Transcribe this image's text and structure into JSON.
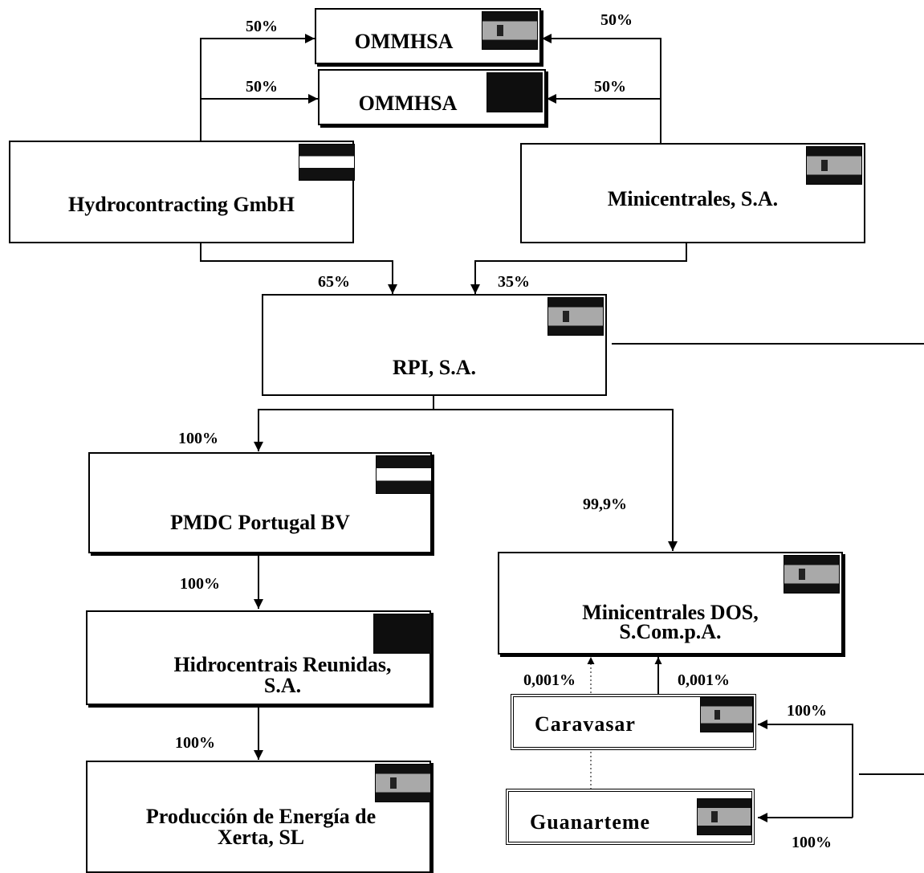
{
  "entities": {
    "ommhsa_1": "OMMHSA",
    "ommhsa_2": "OMMHSA",
    "hydrocontracting": "Hydrocontracting GmbH",
    "minicentrales": "Minicentrales, S.A.",
    "rpi": "RPI, S.A.",
    "pmdc": "PMDC Portugal BV",
    "hidrocentrais_line1": "Hidrocentrais Reunidas,",
    "hidrocentrais_line2": "S.A.",
    "xerta_line1": "Producción de Energía de",
    "xerta_line2": "Xerta, SL",
    "minicentrales_dos_line1": "Minicentrales DOS,",
    "minicentrales_dos_line2": "S.Com.p.A.",
    "caravasar": "Caravasar",
    "guanarteme": "Guanarteme"
  },
  "ownership": {
    "hydro_to_ommhsa1": "50%",
    "mini_to_ommhsa1": "50%",
    "hydro_to_ommhsa2": "50%",
    "mini_to_ommhsa2": "50%",
    "hydro_to_rpi": "65%",
    "mini_to_rpi": "35%",
    "rpi_to_pmdc": "100%",
    "rpi_to_dos": "99,9%",
    "pmdc_to_hidro": "100%",
    "hidro_to_xerta": "100%",
    "guanarteme_to_dos": "0,001%",
    "caravasar_to_dos": "0,001%",
    "to_caravasar": "100%",
    "to_guanarteme": "100%"
  },
  "flags": {
    "ommhsa_1": "spain-flag",
    "ommhsa_2": "dark-flag",
    "hydrocontracting": "austria-flag",
    "minicentrales": "spain-flag",
    "rpi": "spain-flag",
    "pmdc": "netherlands-flag",
    "hidrocentrais": "portugal-flag",
    "xerta": "spain-flag",
    "minicentrales_dos": "spain-flag",
    "caravasar": "spain-flag",
    "guanarteme": "spain-flag"
  }
}
